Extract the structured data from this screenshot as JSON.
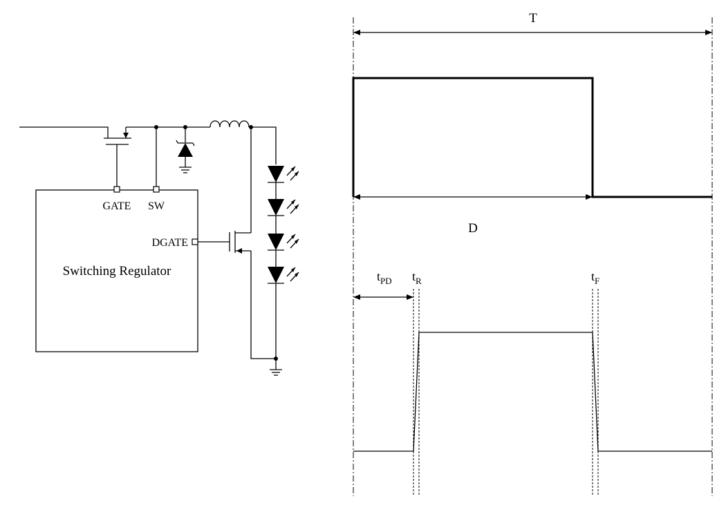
{
  "circuit": {
    "block_label": "Switching Regulator",
    "pin_gate": "GATE",
    "pin_sw": "SW",
    "pin_dgate": "DGATE"
  },
  "timing": {
    "period_label": "T",
    "duty_label": "D",
    "tpd_main": "t",
    "tpd_sub": "PD",
    "tr_main": "t",
    "tr_sub": "R",
    "tf_main": "t",
    "tf_sub": "F"
  }
}
